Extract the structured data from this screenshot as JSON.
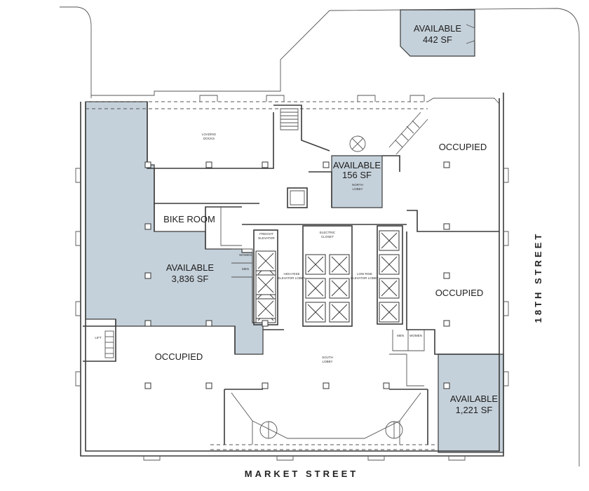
{
  "spaces": [
    {
      "id": "top",
      "line1": "AVAILABLE",
      "line2": "442 SF",
      "status": "available"
    },
    {
      "id": "north",
      "line1": "AVAILABLE",
      "line2": "156 SF",
      "status": "available"
    },
    {
      "id": "west",
      "line1": "AVAILABLE",
      "line2": "3,836 SF",
      "status": "available"
    },
    {
      "id": "southeast",
      "line1": "AVAILABLE",
      "line2": "1,221 SF",
      "status": "available"
    },
    {
      "id": "northeast",
      "line1": "OCCUPIED",
      "status": "occupied"
    },
    {
      "id": "east",
      "line1": "OCCUPIED",
      "status": "occupied"
    },
    {
      "id": "southwest",
      "line1": "OCCUPIED",
      "status": "occupied"
    }
  ],
  "rooms": {
    "bike_room": "BIKE ROOM",
    "loading_docks_1": "LOADING",
    "loading_docks_2": "DOCKS",
    "north_lobby_1": "NORTH",
    "north_lobby_2": "LOBBY",
    "freight_elevator_1": "FREIGHT",
    "freight_elevator_2": "ELEVATOR",
    "electric_closet_1": "ELECTRIC",
    "electric_closet_2": "CLOSET",
    "highrise_lobby_1": "HIGH RISE",
    "highrise_lobby_2": "ELEVATOR LOBBY",
    "lowrise_lobby_1": "LOW RISE",
    "lowrise_lobby_2": "ELEVATOR LOBBY",
    "women_west": "WOMEN",
    "men_west": "MEN",
    "men_east": "MEN",
    "women_east": "WOMEN",
    "south_lobby_1": "SOUTH",
    "south_lobby_2": "LOBBY",
    "lift": "LIFT"
  },
  "streets": {
    "south": "MARKET STREET",
    "east": "18TH STREET"
  },
  "colors": {
    "available_fill": "#c5d1da",
    "wall": "#3a3a3a"
  }
}
